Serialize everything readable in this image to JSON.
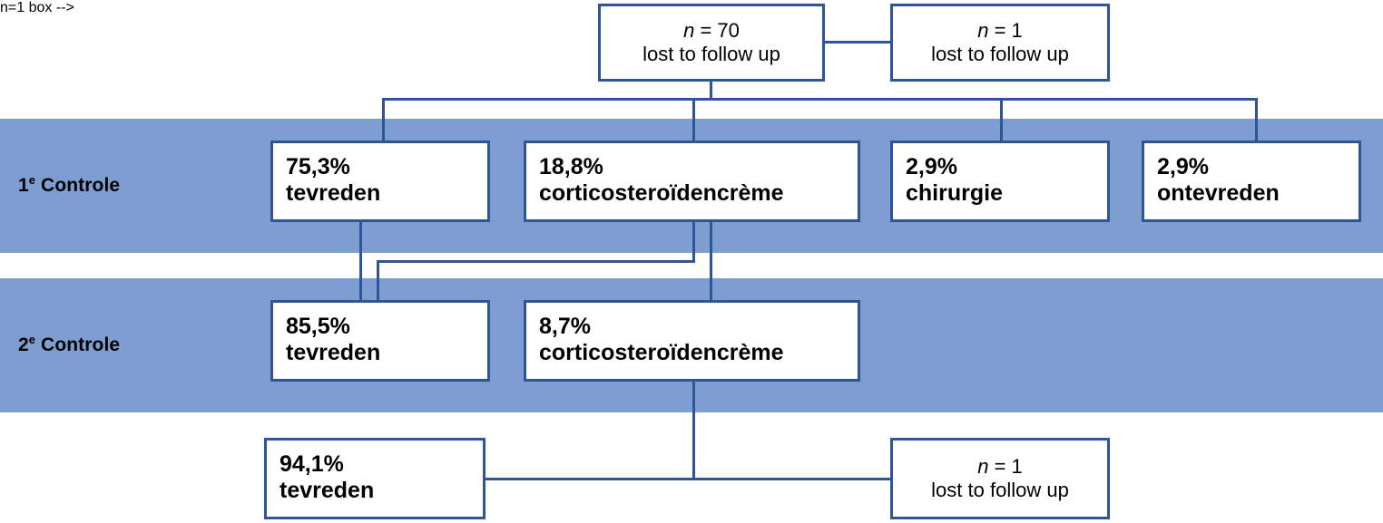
{
  "diagram": {
    "type": "flowchart",
    "accent_color": "#2e5597",
    "band_color": "#7e9dd0",
    "box_fill": "#ffffff"
  },
  "bands": [
    {
      "label_prefix": "1",
      "label_sup": "e",
      "label_suffix": " Controle"
    },
    {
      "label_prefix": "2",
      "label_sup": "e",
      "label_suffix": " Controle"
    }
  ],
  "top_boxes": [
    {
      "line1_n": "n",
      "line1_eq": " = 70",
      "line2": "lost to follow up"
    },
    {
      "line1_n": "n",
      "line1_eq": " = 1",
      "line2": "lost to follow up"
    }
  ],
  "control1_boxes": [
    {
      "value": "75,3%",
      "label": "tevreden"
    },
    {
      "value": "18,8%",
      "label": "corticosteroïdencrème"
    },
    {
      "value": "2,9%",
      "label": "chirurgie"
    },
    {
      "value": "2,9%",
      "label": "ontevreden"
    }
  ],
  "control2_boxes": [
    {
      "value": "85,5%",
      "label": "tevreden"
    },
    {
      "value": "8,7%",
      "label": "corticosteroïdencrème"
    }
  ],
  "bottom_boxes": [
    {
      "value": "94,1%",
      "label": "tevreden"
    },
    {
      "line1_n": "n",
      "line1_eq": " = 1",
      "line2": "lost to follow up"
    }
  ]
}
